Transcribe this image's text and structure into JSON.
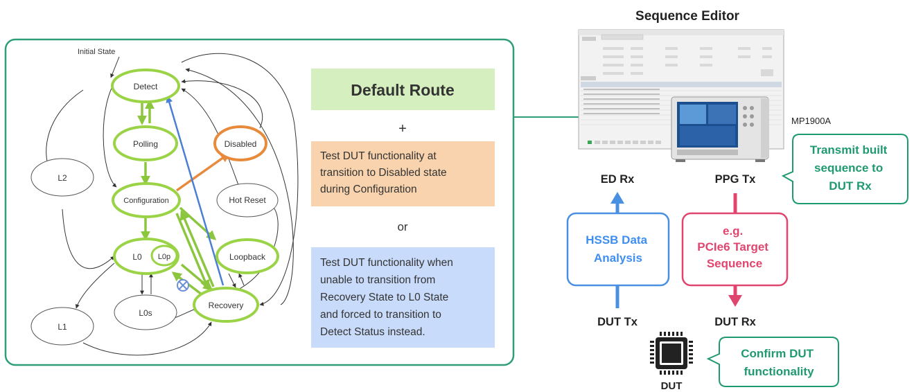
{
  "ltssm": {
    "initial_state_label": "Initial State",
    "states": {
      "detect": "Detect",
      "polling": "Polling",
      "disabled": "Disabled",
      "l2": "L2",
      "configuration": "Configuration",
      "hot_reset": "Hot Reset",
      "l0": "L0",
      "l0p": "L0p",
      "loopback": "Loopback",
      "l0s": "L0s",
      "recovery": "Recovery",
      "l1": "L1"
    }
  },
  "panel": {
    "default_route": "Default Route",
    "plus": "+",
    "orange_lines": [
      "Test DUT functionality at",
      "transition to Disabled state",
      "during Configuration"
    ],
    "or": "or",
    "blue_lines": [
      "Test DUT functionality when",
      "unable to transition from",
      "Recovery State to L0 State",
      "and forced to transition to",
      "Detect Status instead."
    ]
  },
  "sequence_editor": {
    "title": "Sequence Editor",
    "instrument_label": "MP1900A"
  },
  "flow": {
    "ed_rx": "ED Rx",
    "ppg_tx": "PPG Tx",
    "transmit_callout": [
      "Transmit built",
      "sequence to",
      "DUT Rx"
    ],
    "hssb_lines": [
      "HSSB Data",
      "Analysis"
    ],
    "pcie_lines": [
      "e.g.",
      "PCIe6 Target",
      "Sequence"
    ],
    "dut_tx": "DUT Tx",
    "dut_rx": "DUT Rx",
    "dut_label": "DUT",
    "confirm_callout": [
      "Confirm DUT",
      "functionality"
    ]
  },
  "colors": {
    "frame_green": "#2e9e78",
    "state_green": "#9bd346",
    "disabled_orange": "#e88a3c",
    "blue_path": "#4a7fd4",
    "default_route_bg": "#d6efbf",
    "orange_bg": "#f8d3ad",
    "blue_bg": "#c9dbfa",
    "accent_blue": "#3e8ef0",
    "accent_pink": "#e0456f",
    "callout_green": "#1f9a6f"
  }
}
